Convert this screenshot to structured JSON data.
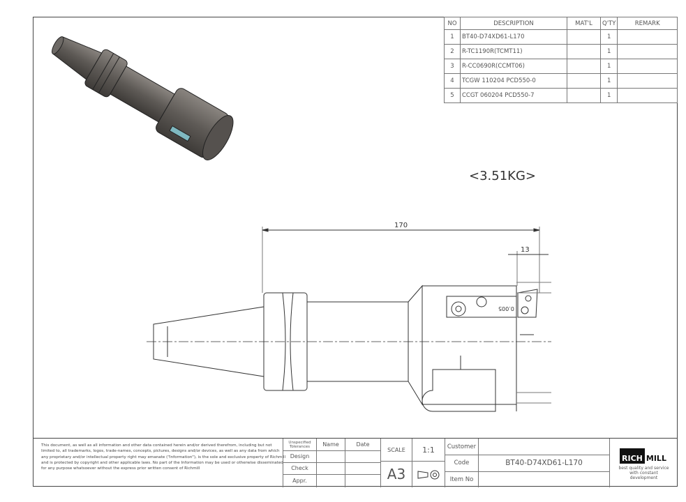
{
  "parts_table": {
    "headers": [
      "NO",
      "DESCRIPTION",
      "MAT'L",
      "Q'TY",
      "REMARK"
    ],
    "rows": [
      {
        "no": "1",
        "description": "BT40-D74XD61-L170",
        "material": "",
        "qty": "1",
        "remark": ""
      },
      {
        "no": "2",
        "description": "R-TC1190R(TCMT11)",
        "material": "",
        "qty": "1",
        "remark": ""
      },
      {
        "no": "3",
        "description": "R-CC0690R(CCMT06)",
        "material": "",
        "qty": "1",
        "remark": ""
      },
      {
        "no": "4",
        "description": "TCGW 110204 PCD550-0",
        "material": "",
        "qty": "1",
        "remark": ""
      },
      {
        "no": "5",
        "description": "CCGT 060204 PCD550-7",
        "material": "",
        "qty": "1",
        "remark": ""
      }
    ]
  },
  "weight": "<3.51KG>",
  "dimensions": {
    "overall_length": "170",
    "insert_offset": "13",
    "tolerance_note": "0.005"
  },
  "title_block": {
    "disclaimer": "This document, as well as all information and other data contained herein and/or derived therefrom, including but not limited to, all trademarks, logos, trade-names, concepts, pictures, designs and/or devices, as well as any data from which any proprietary and/or intellectual property right may emanate (\"Information\"), is the sole and exclusive property of Richmill and is protected by copyright and other applicable laws. No part of the Information may be used or otherwise disseminated for any purpose whatsoever without the express prior written consent of Richmill",
    "tolerances_label": "Unspecified Tolerances",
    "name_label": "Name",
    "date_label": "Date",
    "design_label": "Design",
    "check_label": "Check",
    "appr_label": "Appr.",
    "scale_label": "SCALE",
    "scale_value": "1:1",
    "sheet_size": "A3",
    "customer_label": "Customer",
    "customer_value": "",
    "code_label": "Code",
    "code_value": "BT40-D74XD61-L170",
    "item_no_label": "Item No",
    "item_no_value": "",
    "logo_text_left": "RICH",
    "logo_text_right": "MILL",
    "tagline": "best quality and service with constant development"
  }
}
